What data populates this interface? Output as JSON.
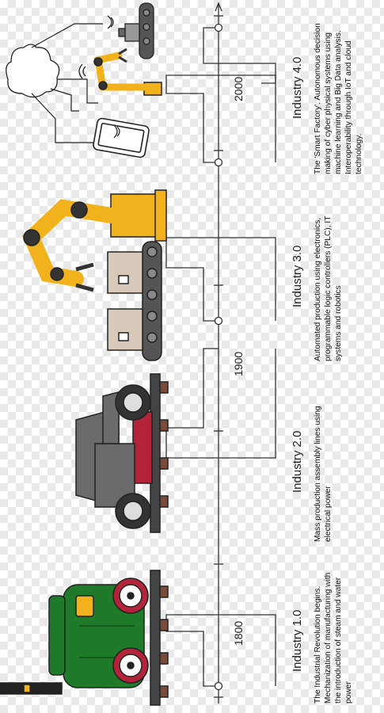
{
  "timeline": {
    "years": [
      {
        "label": "1800"
      },
      {
        "label": "1900"
      },
      {
        "label": "2000"
      }
    ],
    "eras": [
      {
        "title": "Industry 1.0",
        "description_lines": [
          "The Industrial Revolution begins.",
          "Mechanization of manufacturing with",
          "the introduction of steam and water",
          "power"
        ]
      },
      {
        "title": "Industry 2.0",
        "description_lines": [
          "Mass production assembly lines using",
          "electrical power"
        ]
      },
      {
        "title": "Industry 3.0",
        "description_lines": [
          "Automated production using electronics,",
          "programmable logic controllers (PLC), IT",
          "systems and robotics"
        ]
      },
      {
        "title": "Industry 4.0",
        "description_lines": [
          "The 'Smart Factory'. Autonomous decision",
          "making of cyber physical systems using",
          "machine learning and Big Data analysis.",
          "Interoperability through IoT and cloud",
          "technology."
        ]
      }
    ]
  },
  "colors": {
    "steam_engine": "#1f7a2a",
    "wheel_red": "#b3243a",
    "robot_yellow": "#f2b21b",
    "car_grey": "#6b6b6b",
    "box_tan": "#d9c9bb",
    "conveyor": "#555555",
    "line": "#333333"
  },
  "icons": [
    "steam-locomotive-icon",
    "vintage-car-icon",
    "robot-arm-icon",
    "boxes-on-conveyor-icon",
    "cloud-icon",
    "smartphone-icon",
    "small-robot-arm-icon",
    "wifi-icon"
  ]
}
